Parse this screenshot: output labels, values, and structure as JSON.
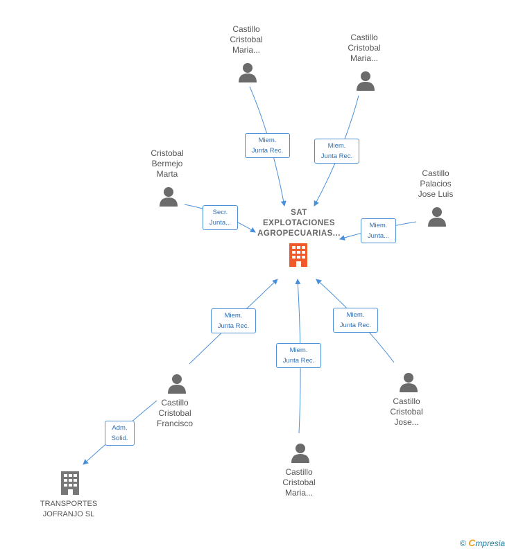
{
  "center": {
    "name_lines": [
      "SAT",
      "EXPLOTACIONES",
      "AGROPECUARIAS..."
    ],
    "icon": "building-icon",
    "color": "#f05a28"
  },
  "people": [
    {
      "id": "p1",
      "lines": [
        "Castillo",
        "Cristobal",
        "Maria..."
      ]
    },
    {
      "id": "p2",
      "lines": [
        "Castillo",
        "Cristobal",
        "Maria..."
      ]
    },
    {
      "id": "p3",
      "lines": [
        "Cristobal",
        "Bermejo",
        "Marta"
      ]
    },
    {
      "id": "p4",
      "lines": [
        "Castillo",
        "Palacios",
        "Jose Luis"
      ]
    },
    {
      "id": "p5",
      "lines": [
        "Castillo",
        "Cristobal",
        "Francisco"
      ]
    },
    {
      "id": "p6",
      "lines": [
        "Castillo",
        "Cristobal",
        "Maria..."
      ]
    },
    {
      "id": "p7",
      "lines": [
        "Castillo",
        "Cristobal",
        "Jose..."
      ]
    }
  ],
  "company": {
    "lines": [
      "TRANSPORTES",
      "JOFRANJO SL"
    ],
    "icon": "building-icon",
    "color": "#777777"
  },
  "edge_labels": [
    {
      "id": "e1",
      "lines": [
        "Miem.",
        "Junta Rec."
      ]
    },
    {
      "id": "e2",
      "lines": [
        "Miem.",
        "Junta Rec."
      ]
    },
    {
      "id": "e3",
      "lines": [
        "Secr.",
        "Junta..."
      ]
    },
    {
      "id": "e4",
      "lines": [
        "Miem.",
        "Junta..."
      ]
    },
    {
      "id": "e5",
      "lines": [
        "Miem.",
        "Junta Rec."
      ]
    },
    {
      "id": "e6",
      "lines": [
        "Miem.",
        "Junta Rec."
      ]
    },
    {
      "id": "e7",
      "lines": [
        "Miem.",
        "Junta Rec."
      ]
    },
    {
      "id": "e8",
      "lines": [
        "Adm.",
        "Solid."
      ]
    }
  ],
  "colors": {
    "edge": "#4a90d9",
    "person_icon": "#6b6b6b"
  },
  "footer": {
    "copyright": "©",
    "brand_initial": "C",
    "brand_rest": "mpresia"
  }
}
